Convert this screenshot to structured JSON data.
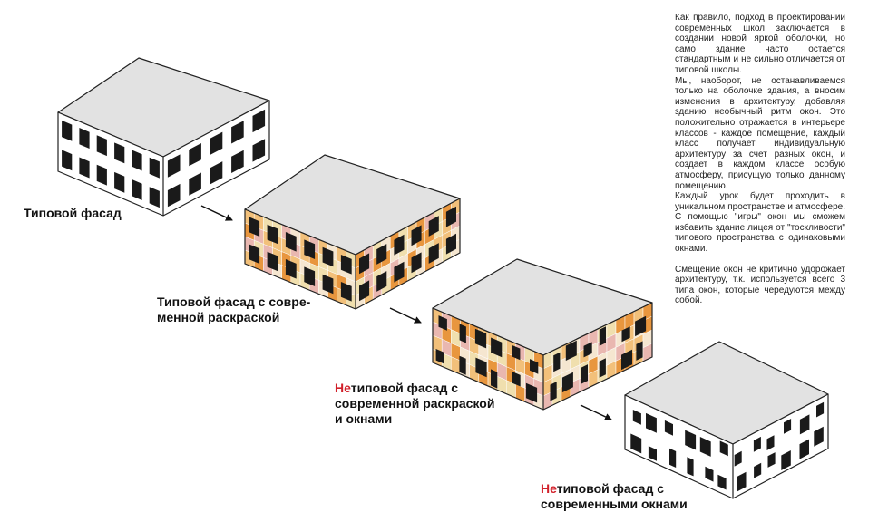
{
  "description": {
    "paragraph_1": "Как правило, подход в проектировании современных школ заключается в создании новой яркой оболочки, но само здание часто остается стандартным и не сильно отличается от типовой школы.",
    "paragraph_2": "Мы, наоборот, не останавливаемся только на оболочке здания, а вносим изменения в архитектуру, добавляя зданию необычный ритм окон. Это положительно отражается в интерьере классов - каждое помещение, каждый класс получает индивидуальную архитектуру за счет разных окон, и создает в каждом классе особую атмосферу, присущую только данному помещению.",
    "paragraph_3": "Каждый урок будет проходить в уникальном пространстве и атмосфере. С помощью \"игры\" окон мы сможем избавить здание лицея от \"тоскливости\" типового пространства с одинаковыми окнами.",
    "paragraph_4": "Смещение окон не критично удорожает архитектуру, т.к. используется всего 3 типа окон, которые чередуются между собой."
  },
  "stages": [
    {
      "caption_line_1": "Типовой фасад",
      "caption_line_2": ""
    },
    {
      "caption_line_1": "Типовой фасад с совре-",
      "caption_line_2": "менной раскраской"
    },
    {
      "caption_accent": "Не",
      "caption_rest_1": "типовой фасад с",
      "caption_line_2": "современной раскраской",
      "caption_line_3": "и окнами"
    },
    {
      "caption_accent": "Не",
      "caption_rest_1": "типовой фасад с",
      "caption_line_2": "современными окнами"
    }
  ],
  "colors": {
    "roof": "#e2e2e2",
    "wall_white": "#ffffff",
    "window": "#1a1a1a",
    "outline": "#222222",
    "accent_red": "#d1202a",
    "palette": [
      "#e8963e",
      "#f2c07a",
      "#f0dfae",
      "#e9b7b0",
      "#f5e6d0"
    ]
  }
}
